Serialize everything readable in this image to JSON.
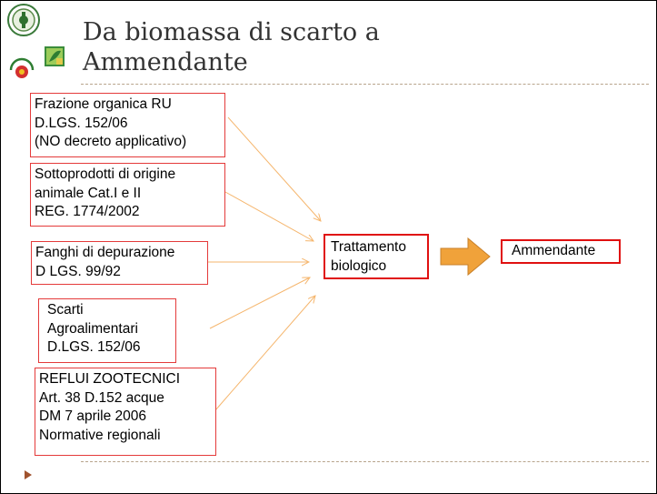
{
  "slide": {
    "title_lines": [
      "Da biomassa di scarto a",
      "Ammendante"
    ]
  },
  "diagram": {
    "sources": [
      {
        "lines": [
          "Frazione organica RU",
          "D.LGS. 152/06",
          "(NO decreto applicativo)"
        ]
      },
      {
        "lines": [
          "Sottoprodotti di origine",
          "animale Cat.I e II",
          "REG. 1774/2002"
        ]
      },
      {
        "lines": [
          "Fanghi di depurazione",
          "D LGS. 99/92"
        ]
      },
      {
        "lines": [
          "Scarti",
          "Agroalimentari",
          "D.LGS. 152/06"
        ]
      },
      {
        "lines": [
          "REFLUI ZOOTECNICI",
          "Art. 38 D.152 acque",
          "DM 7 aprile 2006",
          "Normative regionali"
        ]
      }
    ],
    "process": {
      "lines": [
        "Trattamento",
        "biologico"
      ]
    },
    "result": {
      "label": "Ammendante"
    },
    "colors": {
      "box_border": "#e43a3a",
      "connector": "#f5b66e",
      "big_arrow": "#f0a23a"
    }
  },
  "logos": [
    {
      "name": "university-seal"
    },
    {
      "name": "green-leaf-logo"
    },
    {
      "name": "red-emblem-logo"
    }
  ]
}
